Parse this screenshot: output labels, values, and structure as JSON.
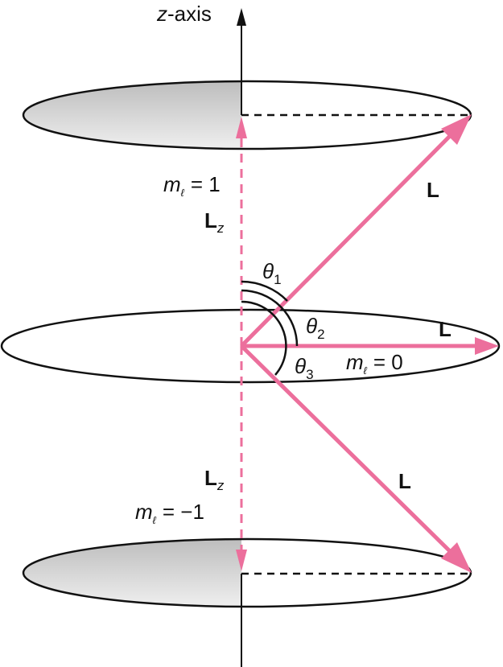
{
  "axis": {
    "label": "z-axis"
  },
  "colors": {
    "vector": "#ec6f9c",
    "outline": "#111111",
    "shade": "#c8c8c8"
  },
  "states": {
    "top": {
      "m_symbol": "m",
      "m_sub": "ℓ",
      "m_value": "= 1",
      "lz": "L",
      "lz_sub": "z",
      "vector": "L"
    },
    "middle": {
      "m_symbol": "m",
      "m_sub": "ℓ",
      "m_value": "= 0",
      "vector": "L"
    },
    "bottom": {
      "m_symbol": "m",
      "m_sub": "ℓ",
      "m_value": "= −1",
      "lz": "L",
      "lz_sub": "z",
      "vector": "L"
    }
  },
  "angles": [
    {
      "symbol": "θ",
      "sub": "1"
    },
    {
      "symbol": "θ",
      "sub": "2"
    },
    {
      "symbol": "θ",
      "sub": "3"
    }
  ]
}
